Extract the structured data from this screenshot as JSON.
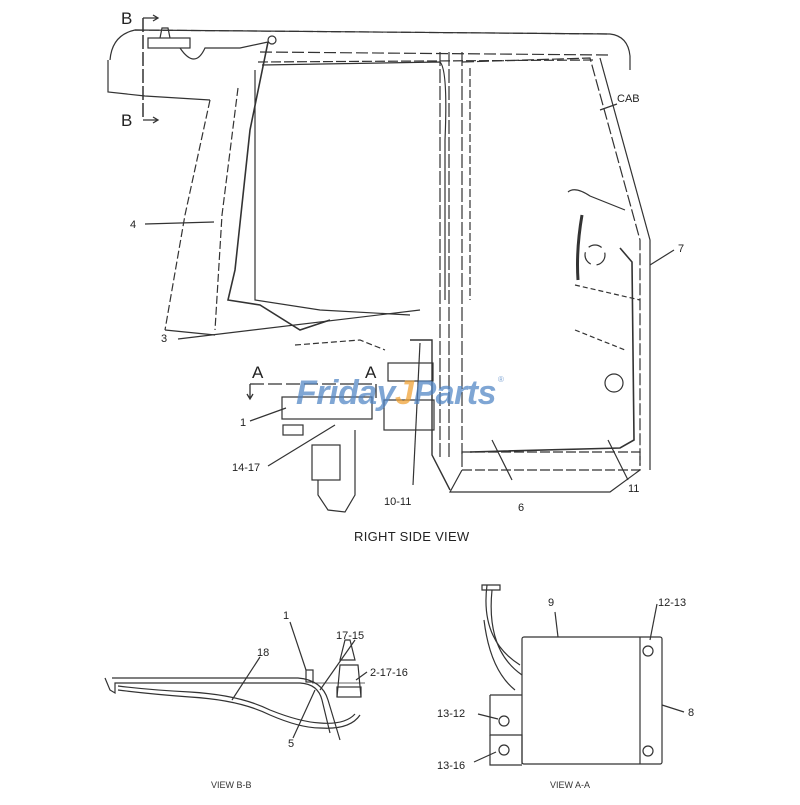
{
  "diagram": {
    "main_view": {
      "title": "RIGHT SIDE VIEW",
      "section_markers": {
        "b_top": "B",
        "b_bottom": "B",
        "a_left": "A",
        "a_right": "A"
      },
      "callouts": [
        "CAB",
        "4",
        "7",
        "3",
        "1",
        "14-17",
        "10-11",
        "6",
        "11"
      ]
    },
    "view_bb": {
      "caption": "VIEW B-B",
      "callouts": [
        "1",
        "17-15",
        "18",
        "2-17-16",
        "5"
      ]
    },
    "view_aa": {
      "caption": "VIEW A-A",
      "callouts": [
        "9",
        "12-13",
        "8",
        "13-12",
        "13-16"
      ]
    },
    "watermark": {
      "text_before": "Friday",
      "j_glyph": "J",
      "text_after": "Parts",
      "mark": "®",
      "color_blue": "#4f84c4",
      "color_orange": "#f0a030"
    }
  }
}
